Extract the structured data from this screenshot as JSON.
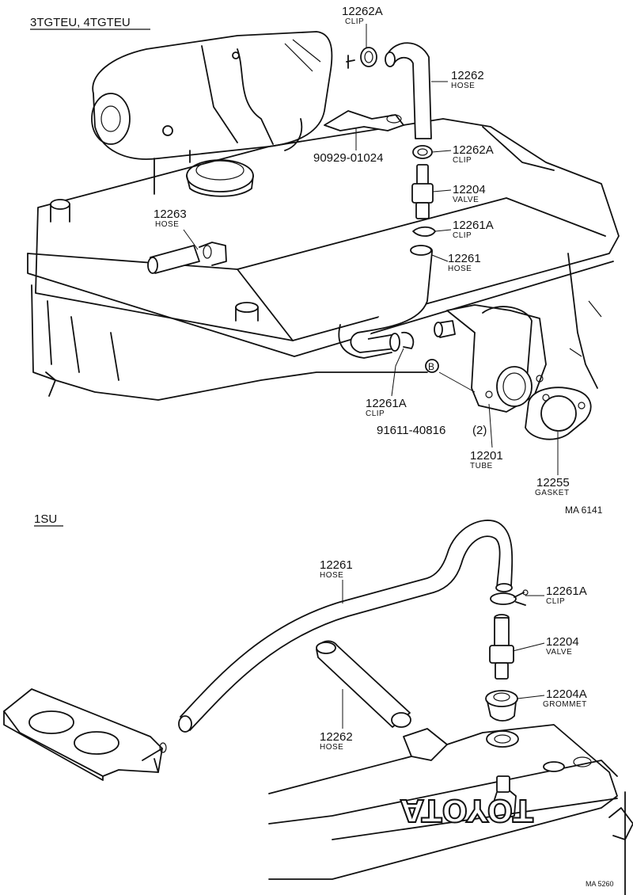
{
  "sections": {
    "top": "3TGTEU, 4TGTEU",
    "bottom": "1SU"
  },
  "figure_codes": {
    "top": "MA 6141",
    "bottom": "MA  5260"
  },
  "brand_mark": "TOYOTA",
  "top_parts": [
    {
      "number": "12262A",
      "name": "CLIP"
    },
    {
      "number": "12262",
      "name": "HOSE"
    },
    {
      "number": "90929-01024",
      "name": ""
    },
    {
      "number": "12262A",
      "name": "CLIP"
    },
    {
      "number": "12204",
      "name": "VALVE"
    },
    {
      "number": "12263",
      "name": "HOSE"
    },
    {
      "number": "12261A",
      "name": "CLIP"
    },
    {
      "number": "12261",
      "name": "HOSE"
    },
    {
      "number": "12261A",
      "name": "CLIP"
    },
    {
      "number": "91611-40816",
      "name": "(2)"
    },
    {
      "number": "12201",
      "name": "TUBE"
    },
    {
      "number": "12255",
      "name": "GASKET"
    }
  ],
  "callout_letter": "B",
  "bottom_parts": [
    {
      "number": "12261",
      "name": "HOSE"
    },
    {
      "number": "12261A",
      "name": "CLIP"
    },
    {
      "number": "12204",
      "name": "VALVE"
    },
    {
      "number": "12204A",
      "name": "GROMMET"
    },
    {
      "number": "12262",
      "name": "HOSE"
    }
  ]
}
